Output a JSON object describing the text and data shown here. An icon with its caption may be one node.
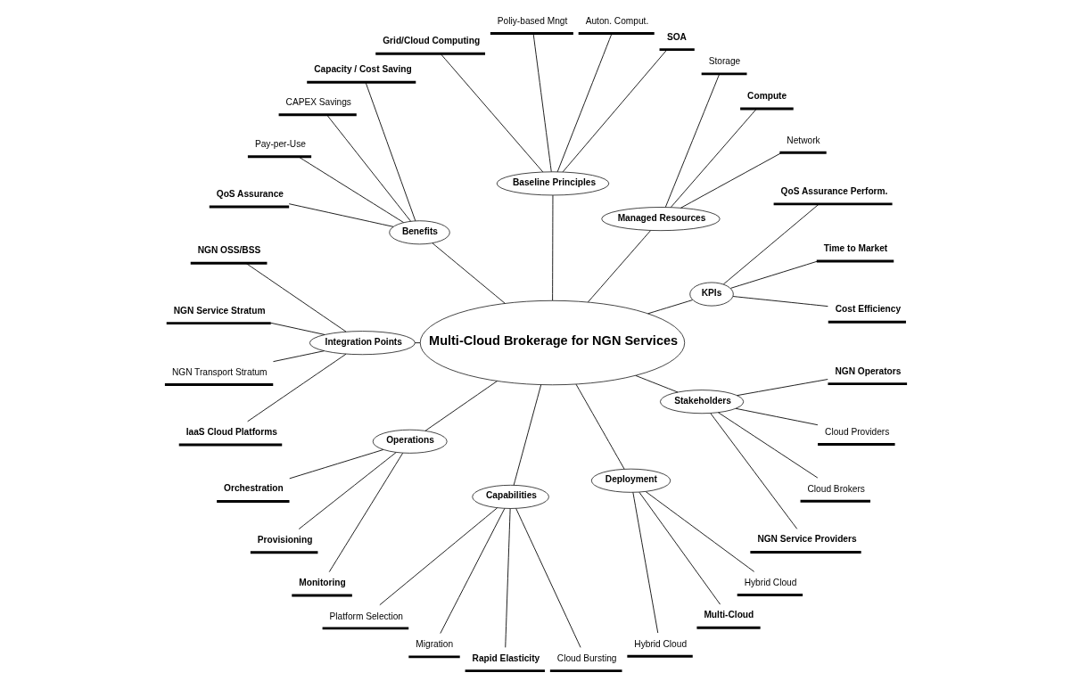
{
  "diagram": {
    "nodes": [
      {
        "text": [
          "Multi-Cloud Brokerage for NGN Services"
        ]
      },
      {
        "text": [
          "KPIs"
        ]
      },
      {
        "text": [
          "Cost Efficiency"
        ]
      },
      {
        "text": [
          "Time to Market"
        ]
      },
      {
        "text": [
          "QoS Assurance Perform."
        ]
      },
      {
        "text": [
          "Managed Resources"
        ]
      },
      {
        "text": [
          "Network"
        ]
      },
      {
        "text": [
          "Compute"
        ]
      },
      {
        "text": [
          "Storage"
        ]
      },
      {
        "text": [
          "Baseline Principles"
        ]
      },
      {
        "text": [
          "SOA"
        ]
      },
      {
        "text": [
          "Auton. Comput."
        ]
      },
      {
        "text": [
          "Poliy-based Mngt"
        ]
      },
      {
        "text": [
          "Grid/Cloud Computing"
        ]
      },
      {
        "text": [
          "Benefits"
        ]
      },
      {
        "text": [
          "Capacity / Cost Saving"
        ]
      },
      {
        "text": [
          "CAPEX Savings"
        ]
      },
      {
        "text": [
          "Pay-per-Use"
        ]
      },
      {
        "text": [
          "QoS Assurance"
        ]
      },
      {
        "text": [
          "Integration Points"
        ]
      },
      {
        "text": [
          "NGN OSS/BSS"
        ]
      },
      {
        "text": [
          "NGN Service Stratum"
        ]
      },
      {
        "text": [
          "NGN Transport Stratum"
        ]
      },
      {
        "text": [
          "IaaS Cloud Platforms"
        ]
      },
      {
        "text": [
          "Operations"
        ]
      },
      {
        "text": [
          "Orchestration"
        ]
      },
      {
        "text": [
          "Provisioning"
        ]
      },
      {
        "text": [
          "Monitoring"
        ]
      },
      {
        "text": [
          "Capabilities"
        ]
      },
      {
        "text": [
          "Platform Selection"
        ]
      },
      {
        "text": [
          "Migration"
        ]
      },
      {
        "text": [
          "Rapid Elasticity"
        ]
      },
      {
        "text": [
          "Cloud Bursting"
        ]
      },
      {
        "text": [
          "Deployment"
        ]
      },
      {
        "text": [
          "Hybrid Cloud"
        ]
      },
      {
        "text": [
          "Multi-Cloud"
        ]
      },
      {
        "text": [
          "Hybrid Cloud"
        ]
      },
      {
        "text": [
          "Stakeholders"
        ]
      },
      {
        "text": [
          "NGN Service Providers"
        ]
      },
      {
        "text": [
          "Cloud Brokers"
        ]
      },
      {
        "text": [
          "Cloud Providers"
        ]
      },
      {
        "text": [
          "NGN Operators"
        ]
      }
    ],
    "edges": [
      {
        "from": 0,
        "to": 1,
        "arrow": "none"
      },
      {
        "from": 1,
        "to": 2,
        "arrow": "none"
      },
      {
        "from": 1,
        "to": 3,
        "arrow": "none"
      },
      {
        "from": 1,
        "to": 4,
        "arrow": "none"
      },
      {
        "from": 0,
        "to": 5,
        "arrow": "none"
      },
      {
        "from": 5,
        "to": 6,
        "arrow": "none"
      },
      {
        "from": 5,
        "to": 7,
        "arrow": "none"
      },
      {
        "from": 5,
        "to": 8,
        "arrow": "none"
      },
      {
        "from": 0,
        "to": 9,
        "arrow": "none"
      },
      {
        "from": 9,
        "to": 10,
        "arrow": "none"
      },
      {
        "from": 9,
        "to": 11,
        "arrow": "none"
      },
      {
        "from": 9,
        "to": 12,
        "arrow": "none"
      },
      {
        "from": 9,
        "to": 13,
        "arrow": "none"
      },
      {
        "from": 0,
        "to": 14,
        "arrow": "none"
      },
      {
        "from": 14,
        "to": 15,
        "arrow": "none"
      },
      {
        "from": 14,
        "to": 16,
        "arrow": "none"
      },
      {
        "from": 14,
        "to": 17,
        "arrow": "none"
      },
      {
        "from": 14,
        "to": 18,
        "arrow": "none"
      },
      {
        "from": 0,
        "to": 19,
        "arrow": "none"
      },
      {
        "from": 19,
        "to": 20,
        "arrow": "none"
      },
      {
        "from": 19,
        "to": 21,
        "arrow": "none"
      },
      {
        "from": 19,
        "to": 22,
        "arrow": "none"
      },
      {
        "from": 19,
        "to": 23,
        "arrow": "none"
      },
      {
        "from": 0,
        "to": 24,
        "arrow": "none"
      },
      {
        "from": 24,
        "to": 25,
        "arrow": "none"
      },
      {
        "from": 24,
        "to": 26,
        "arrow": "none"
      },
      {
        "from": 24,
        "to": 27,
        "arrow": "none"
      },
      {
        "from": 0,
        "to": 28,
        "arrow": "none"
      },
      {
        "from": 28,
        "to": 29,
        "arrow": "none"
      },
      {
        "from": 28,
        "to": 30,
        "arrow": "none"
      },
      {
        "from": 28,
        "to": 31,
        "arrow": "none"
      },
      {
        "from": 28,
        "to": 32,
        "arrow": "none"
      },
      {
        "from": 0,
        "to": 33,
        "arrow": "none"
      },
      {
        "from": 33,
        "to": 34,
        "arrow": "none"
      },
      {
        "from": 33,
        "to": 35,
        "arrow": "none"
      },
      {
        "from": 33,
        "to": 36,
        "arrow": "none"
      },
      {
        "from": 0,
        "to": 37,
        "arrow": "none"
      },
      {
        "from": 37,
        "to": 38,
        "arrow": "none"
      },
      {
        "from": 37,
        "to": 39,
        "arrow": "none"
      },
      {
        "from": 37,
        "to": 40,
        "arrow": "none"
      },
      {
        "from": 37,
        "to": 41,
        "arrow": "none"
      }
    ]
  }
}
